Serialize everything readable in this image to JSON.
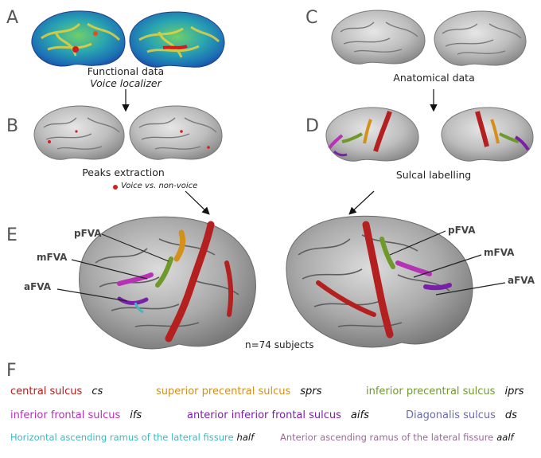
{
  "panels": {
    "A": "A",
    "B": "B",
    "C": "C",
    "D": "D",
    "E": "E",
    "F": "F"
  },
  "captions": {
    "functional_line1": "Functional data",
    "functional_line2": "Voice localizer",
    "anatomical": "Anatomical data",
    "peaks": "Peaks extraction",
    "peaks_legend": "Voice vs. non-voice",
    "sulcal": "Sulcal labelling",
    "subjects": "n=74 subjects"
  },
  "regions": {
    "left": {
      "pFVA": "pFVA",
      "mFVA": "mFVA",
      "aFVA": "aFVA"
    },
    "right": {
      "pFVA": "pFVA",
      "mFVA": "mFVA",
      "aFVA": "aFVA"
    }
  },
  "colors": {
    "central": "#b3201f",
    "sprs": "#d4901a",
    "iprs": "#6f9a2a",
    "ifs": "#b532b5",
    "aifs": "#7a20a8",
    "ds": "#6a6ab0",
    "half": "#3fb8c0",
    "aalf": "#9a6a9a",
    "peak_dot": "#d61e1e",
    "arrow": "#111111"
  },
  "legend": [
    {
      "label": "central sulcus",
      "abbr": "cs",
      "color": "#b3201f"
    },
    {
      "label": "superior precentral sulcus",
      "abbr": "sprs",
      "color": "#d4901a"
    },
    {
      "label": "inferior precentral sulcus",
      "abbr": "iprs",
      "color": "#6f9a2a"
    },
    {
      "label": "inferior frontal sulcus",
      "abbr": "ifs",
      "color": "#b532b5"
    },
    {
      "label": "anterior inferior frontal sulcus",
      "abbr": "aifs",
      "color": "#7a20a8"
    },
    {
      "label": "Diagonalis sulcus",
      "abbr": "ds",
      "color": "#6a6ab0"
    },
    {
      "label": "Horizontal ascending ramus of the lateral fissure",
      "abbr": "half",
      "color": "#3fb8c0"
    },
    {
      "label": "Anterior ascending ramus of the lateral fissure",
      "abbr": "aalf",
      "color": "#9a6a9a"
    }
  ]
}
